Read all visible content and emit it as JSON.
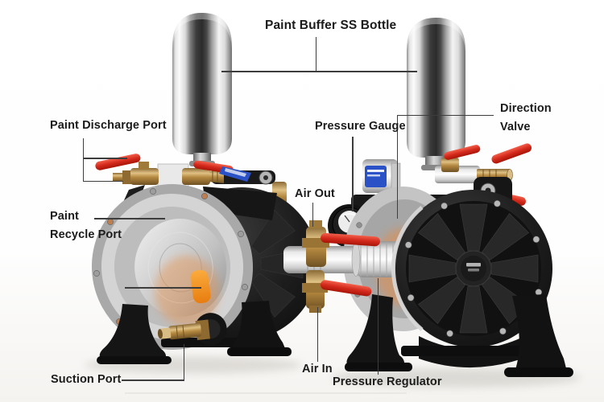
{
  "figure": {
    "type": "annotated-product-photo",
    "subject": "air-operated double diaphragm paint pumps, two views"
  },
  "annotations": {
    "paint_buffer": {
      "label": "Paint Buffer SS Bottle"
    },
    "paint_discharge": {
      "label": "Paint Discharge Port"
    },
    "paint_recycle": {
      "line1": "Paint",
      "line2": "Recycle Port"
    },
    "suction_port": {
      "label": "Suction Port"
    },
    "pressure_gauge": {
      "label": "Pressure Gauge"
    },
    "direction_valve": {
      "line1": "Direction",
      "line2": "Valve"
    },
    "air_out": {
      "label": "Air Out"
    },
    "air_in": {
      "label": "Air In"
    },
    "pressure_regulator": {
      "label": "Pressure Regulator"
    }
  },
  "colors": {
    "background": "#ffffff",
    "annotation_text": "#1b1b1b",
    "annotation_line": "#3d3d3d",
    "pump_body_black": "#181818",
    "flange_silver": "#cfcfcf",
    "chrome_bottle": "#d9d9d9",
    "brass_fitting": "#b98c50",
    "red_valve_handle": "#d42a1c",
    "orange_plug": "#f6921e",
    "blue_sticker": "#2a52c6",
    "gauge_face": "#ededed",
    "shadow": "#e0ded9"
  }
}
